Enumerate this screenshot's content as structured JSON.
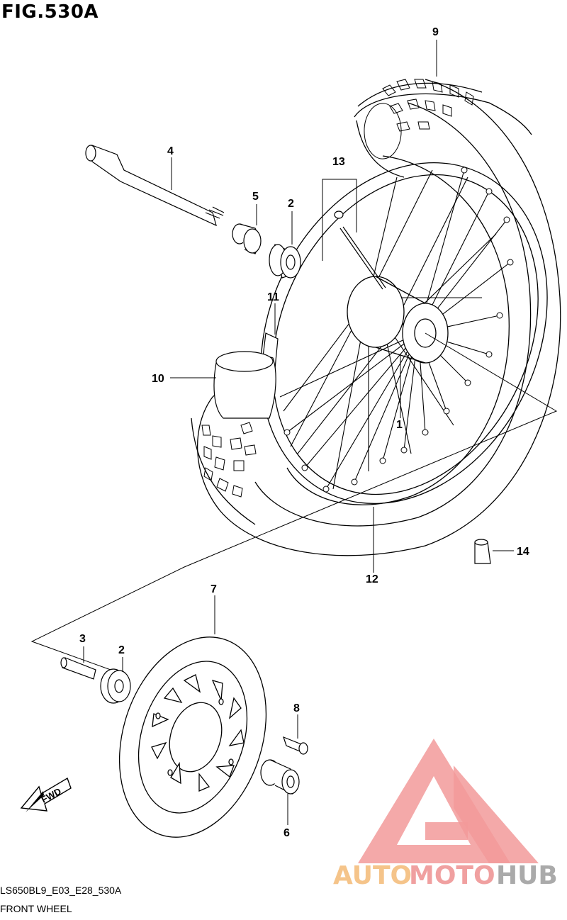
{
  "figure": {
    "title": "FIG.530A"
  },
  "callouts": {
    "c1": "1",
    "c2a": "2",
    "c2b": "2",
    "c3": "3",
    "c4": "4",
    "c5": "5",
    "c6": "6",
    "c7": "7",
    "c8": "8",
    "c9": "9",
    "c10": "10",
    "c11": "11",
    "c12": "12",
    "c13": "13",
    "c14": "14"
  },
  "fwd_arrow": {
    "label": "FWD"
  },
  "watermark": {
    "text_a": "AUTO",
    "text_b": "MOTO",
    "text_c": "HUB",
    "colors": {
      "triangle": "#f08080",
      "auto": "#f5c48a",
      "moto": "#f0a0a0",
      "hub": "#b0b0b0"
    }
  },
  "footer": {
    "model_code": "LS650BL9_E03_E28_530A",
    "name": "FRONT WHEEL"
  }
}
